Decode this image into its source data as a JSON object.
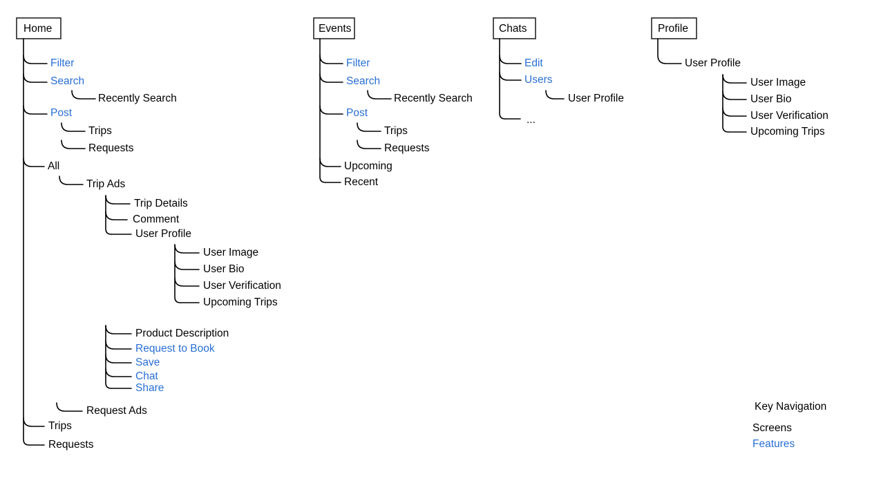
{
  "colors": {
    "feature": "#2a6fd4",
    "screen": "#000000",
    "line": "#000000",
    "box_border": "#262626",
    "background": "#ffffff"
  },
  "legend": {
    "title": "Key Navigation",
    "screens_label": "Screens",
    "features_label": "Features"
  },
  "columns": [
    {
      "id": "home",
      "root_label": "Home",
      "nodes": [
        {
          "id": "home-filter",
          "label": "Filter",
          "kind": "feature"
        },
        {
          "id": "home-search",
          "label": "Search",
          "kind": "feature"
        },
        {
          "id": "home-recently-search",
          "label": "Recently Search",
          "kind": "screen"
        },
        {
          "id": "home-post",
          "label": "Post",
          "kind": "feature"
        },
        {
          "id": "home-post-trips",
          "label": "Trips",
          "kind": "screen"
        },
        {
          "id": "home-post-requests",
          "label": "Requests",
          "kind": "screen"
        },
        {
          "id": "home-all",
          "label": "All",
          "kind": "screen"
        },
        {
          "id": "home-trip-ads",
          "label": "Trip Ads",
          "kind": "screen"
        },
        {
          "id": "home-trip-details",
          "label": "Trip Details",
          "kind": "screen"
        },
        {
          "id": "home-comment",
          "label": "Comment",
          "kind": "screen"
        },
        {
          "id": "home-user-profile",
          "label": "User Profile",
          "kind": "screen"
        },
        {
          "id": "home-user-image",
          "label": "User Image",
          "kind": "screen"
        },
        {
          "id": "home-user-bio",
          "label": "User Bio",
          "kind": "screen"
        },
        {
          "id": "home-user-verification",
          "label": "User Verification",
          "kind": "screen"
        },
        {
          "id": "home-upcoming-trips",
          "label": "Upcoming Trips",
          "kind": "screen"
        },
        {
          "id": "home-product-description",
          "label": "Product Description",
          "kind": "screen"
        },
        {
          "id": "home-request-to-book",
          "label": "Request to Book",
          "kind": "feature"
        },
        {
          "id": "home-save",
          "label": "Save",
          "kind": "feature"
        },
        {
          "id": "home-chat",
          "label": "Chat",
          "kind": "feature"
        },
        {
          "id": "home-share",
          "label": "Share",
          "kind": "feature"
        },
        {
          "id": "home-request-ads",
          "label": "Request Ads",
          "kind": "screen"
        },
        {
          "id": "home-trips",
          "label": "Trips",
          "kind": "screen"
        },
        {
          "id": "home-requests",
          "label": "Requests",
          "kind": "screen"
        }
      ]
    },
    {
      "id": "events",
      "root_label": "Events",
      "nodes": [
        {
          "id": "events-filter",
          "label": "Filter",
          "kind": "feature"
        },
        {
          "id": "events-search",
          "label": "Search",
          "kind": "feature"
        },
        {
          "id": "events-recently-search",
          "label": "Recently Search",
          "kind": "screen"
        },
        {
          "id": "events-post",
          "label": "Post",
          "kind": "feature"
        },
        {
          "id": "events-post-trips",
          "label": "Trips",
          "kind": "screen"
        },
        {
          "id": "events-post-requests",
          "label": "Requests",
          "kind": "screen"
        },
        {
          "id": "events-upcoming",
          "label": "Upcoming",
          "kind": "screen"
        },
        {
          "id": "events-recent",
          "label": "Recent",
          "kind": "screen"
        }
      ]
    },
    {
      "id": "chats",
      "root_label": "Chats",
      "nodes": [
        {
          "id": "chats-edit",
          "label": "Edit",
          "kind": "feature"
        },
        {
          "id": "chats-users",
          "label": "Users",
          "kind": "feature"
        },
        {
          "id": "chats-user-profile",
          "label": "User Profile",
          "kind": "screen"
        },
        {
          "id": "chats-more",
          "label": "...",
          "kind": "screen"
        }
      ]
    },
    {
      "id": "profile",
      "root_label": "Profile",
      "nodes": [
        {
          "id": "profile-user-profile",
          "label": "User Profile",
          "kind": "screen"
        },
        {
          "id": "profile-user-image",
          "label": "User Image",
          "kind": "screen"
        },
        {
          "id": "profile-user-bio",
          "label": "User Bio",
          "kind": "screen"
        },
        {
          "id": "profile-user-verification",
          "label": "User Verification",
          "kind": "screen"
        },
        {
          "id": "profile-upcoming-trips",
          "label": "Upcoming Trips",
          "kind": "screen"
        }
      ]
    }
  ]
}
